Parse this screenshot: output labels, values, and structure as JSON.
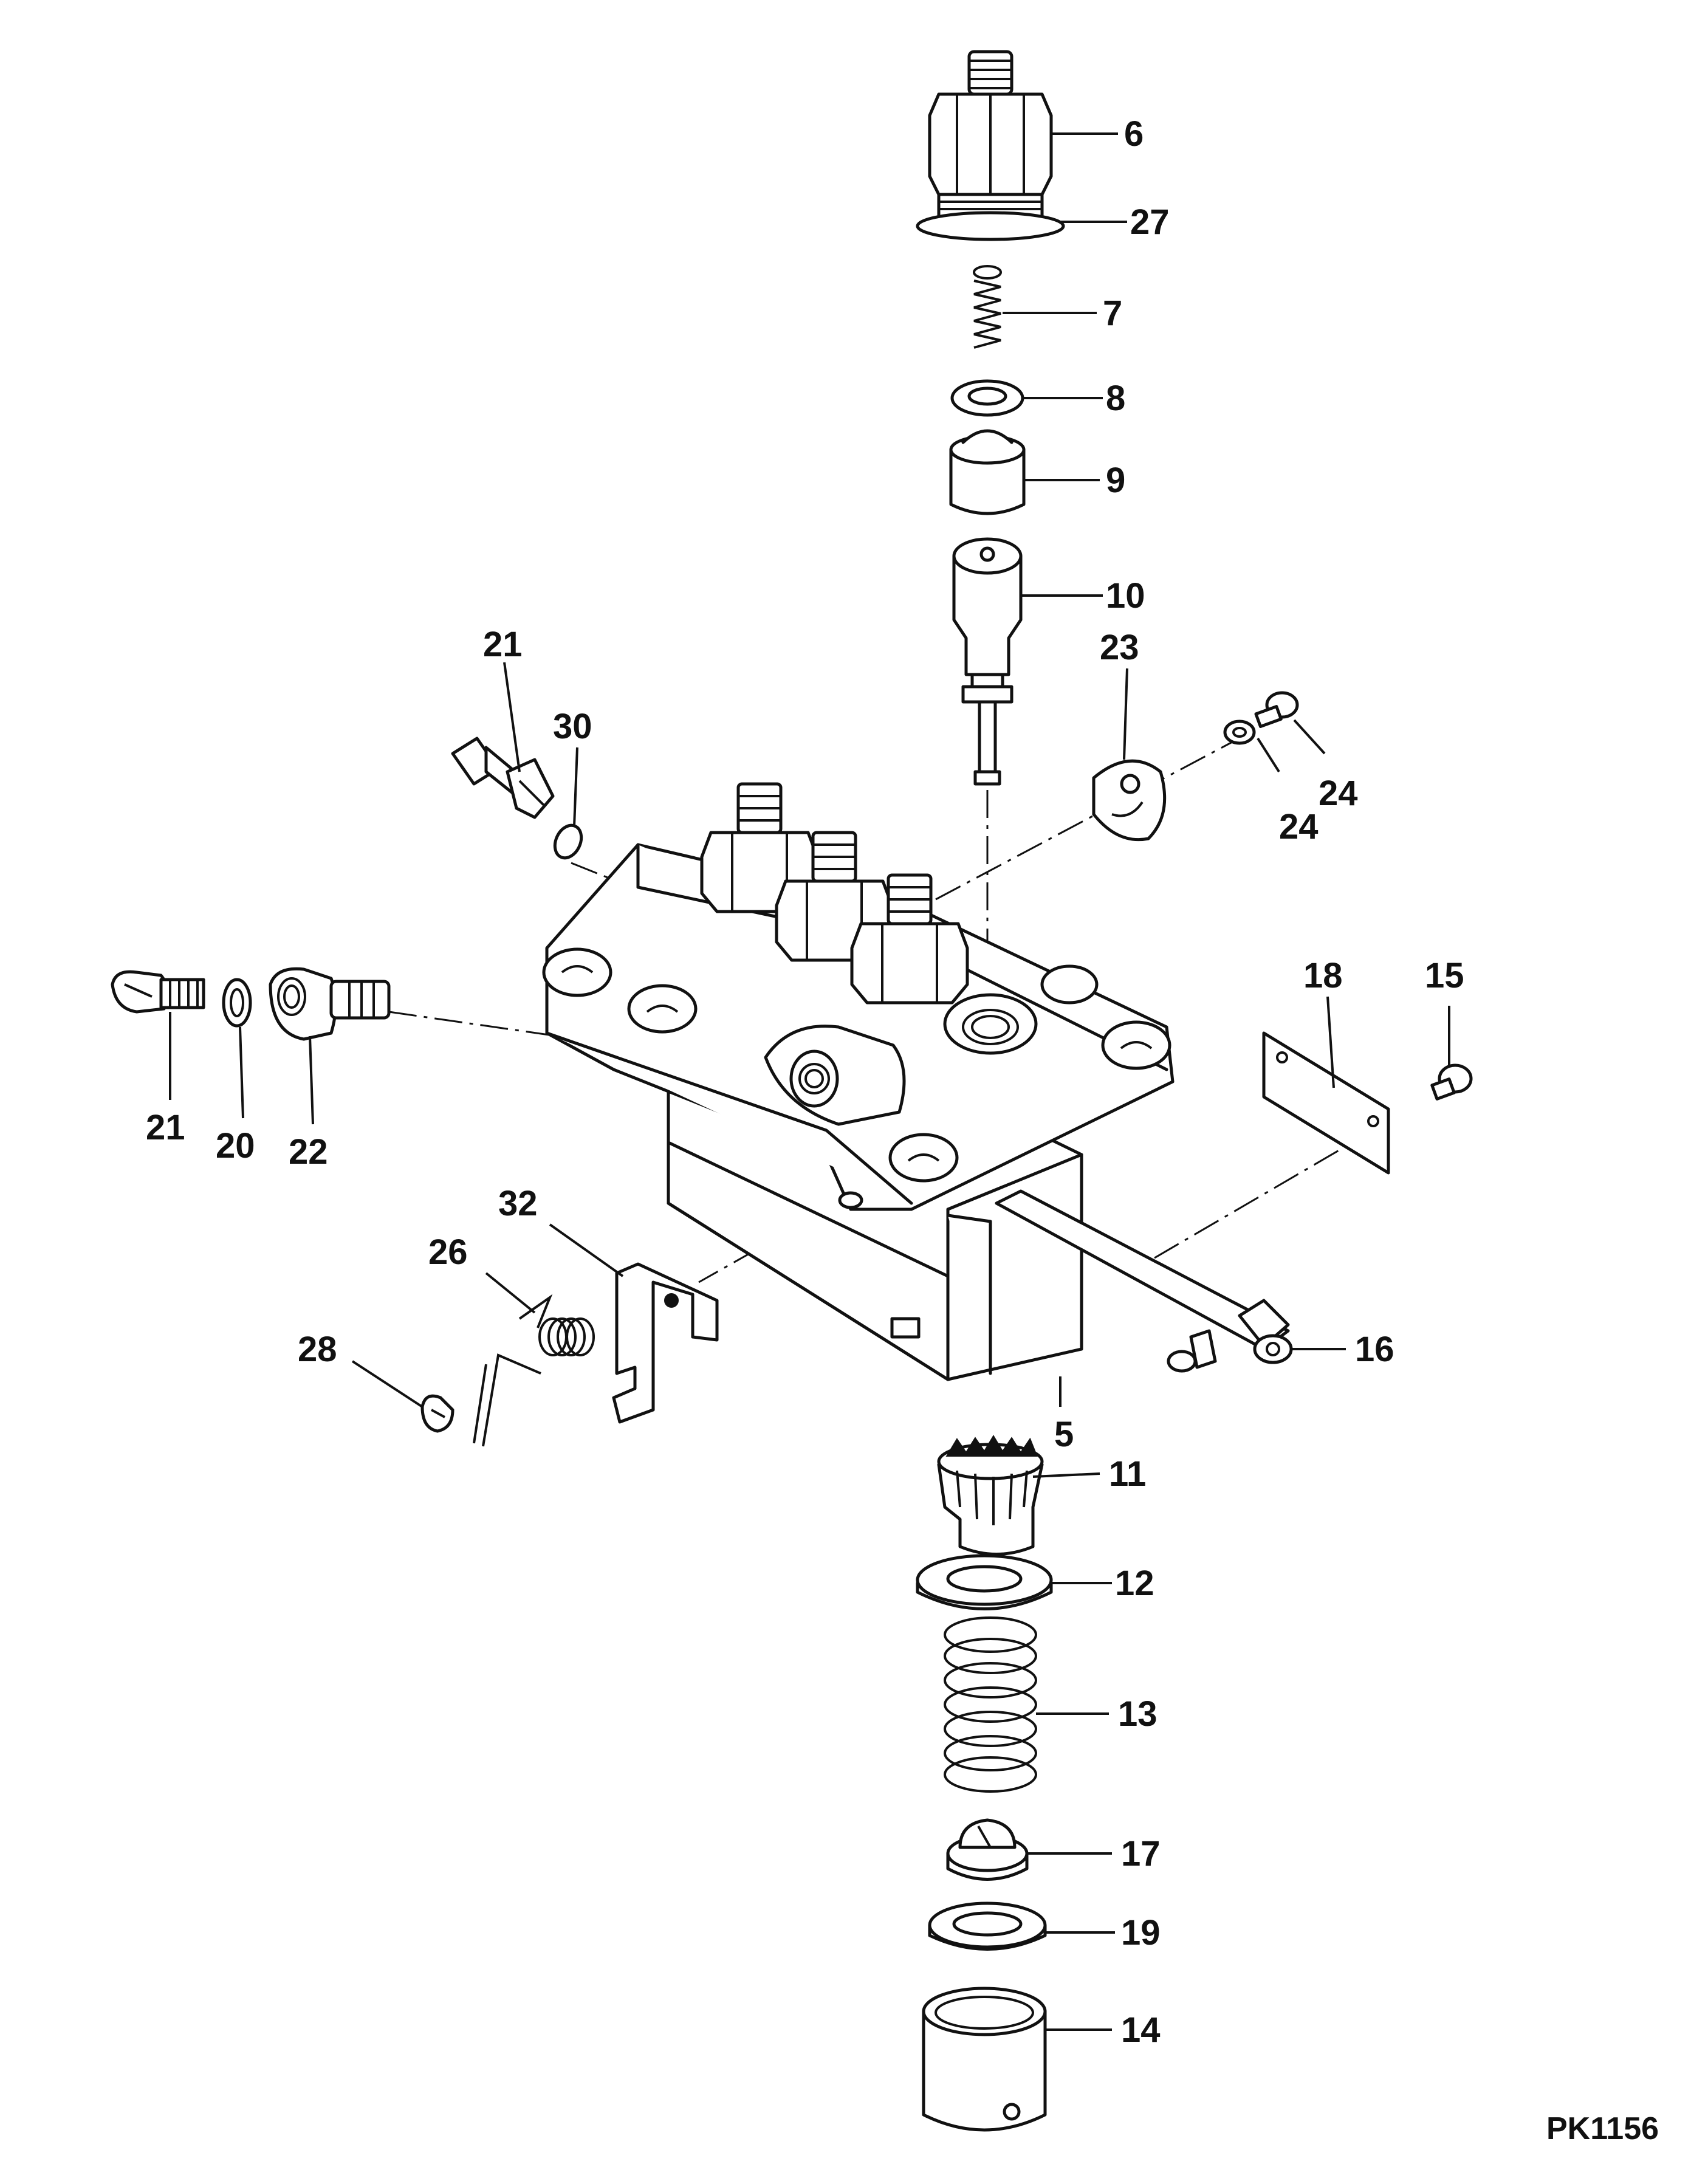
{
  "drawing_ref": "PK1156",
  "callouts": {
    "c6": "6",
    "c27": "27",
    "c7": "7",
    "c8": "8",
    "c9": "9",
    "c10": "10",
    "c21a": "21",
    "c30": "30",
    "c23": "23",
    "c24a": "24",
    "c24b": "24",
    "c18": "18",
    "c15": "15",
    "c21b": "21",
    "c20": "20",
    "c22": "22",
    "c32": "32",
    "c26": "26",
    "c28": "28",
    "c16": "16",
    "c5": "5",
    "c11": "11",
    "c12": "12",
    "c13": "13",
    "c17": "17",
    "c19": "19",
    "c14": "14"
  }
}
